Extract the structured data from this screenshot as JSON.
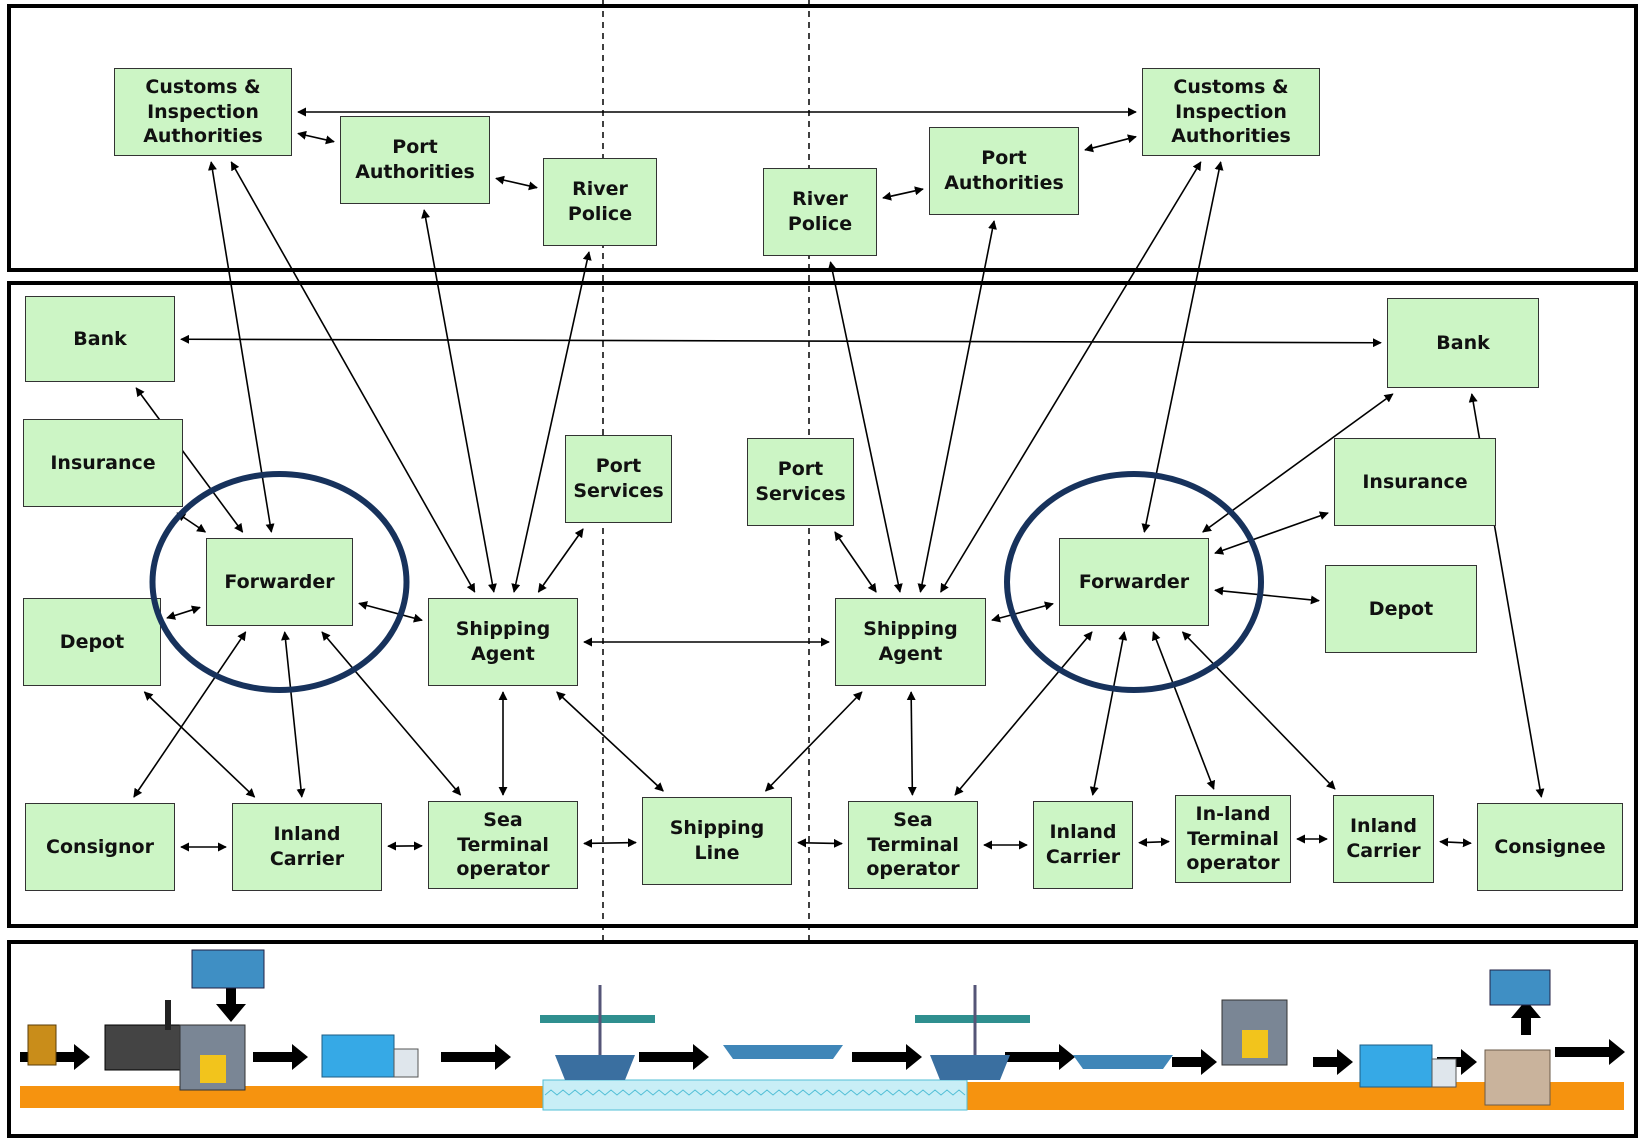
{
  "diagram": {
    "nodes": [
      {
        "id": "customs-left",
        "label": "Customs &\nInspection\nAuthorities"
      },
      {
        "id": "port-authorities-left",
        "label": "Port\nAuthorities"
      },
      {
        "id": "river-police-left",
        "label": "River\nPolice"
      },
      {
        "id": "river-police-right",
        "label": "River\nPolice"
      },
      {
        "id": "port-authorities-right",
        "label": "Port\nAuthorities"
      },
      {
        "id": "customs-right",
        "label": "Customs &\nInspection\nAuthorities"
      },
      {
        "id": "bank-left",
        "label": "Bank"
      },
      {
        "id": "bank-right",
        "label": "Bank"
      },
      {
        "id": "insurance-left",
        "label": "Insurance"
      },
      {
        "id": "insurance-right",
        "label": "Insurance"
      },
      {
        "id": "port-services-left",
        "label": "Port\nServices"
      },
      {
        "id": "port-services-right",
        "label": "Port\nServices"
      },
      {
        "id": "forwarder-left",
        "label": "Forwarder"
      },
      {
        "id": "forwarder-right",
        "label": "Forwarder"
      },
      {
        "id": "depot-left",
        "label": "Depot"
      },
      {
        "id": "depot-right",
        "label": "Depot"
      },
      {
        "id": "shipping-agent-left",
        "label": "Shipping\nAgent"
      },
      {
        "id": "shipping-agent-right",
        "label": "Shipping\nAgent"
      },
      {
        "id": "consignor",
        "label": "Consignor"
      },
      {
        "id": "inland-carrier-left",
        "label": "Inland\nCarrier"
      },
      {
        "id": "sea-terminal-left",
        "label": "Sea\nTerminal\noperator"
      },
      {
        "id": "shipping-line",
        "label": "Shipping\nLine"
      },
      {
        "id": "sea-terminal-right",
        "label": "Sea\nTerminal\noperator"
      },
      {
        "id": "inland-carrier-right",
        "label": "Inland\nCarrier"
      },
      {
        "id": "inland-terminal",
        "label": "In-land\nTerminal\noperator"
      },
      {
        "id": "inland-carrier-far-right",
        "label": "Inland\nCarrier"
      },
      {
        "id": "consignee",
        "label": "Consignee"
      }
    ],
    "edges": [
      [
        "customs-left",
        "customs-right"
      ],
      [
        "customs-left",
        "port-authorities-left"
      ],
      [
        "port-authorities-left",
        "river-police-left"
      ],
      [
        "river-police-right",
        "port-authorities-right"
      ],
      [
        "port-authorities-right",
        "customs-right"
      ],
      [
        "bank-left",
        "bank-right"
      ],
      [
        "customs-left",
        "forwarder-left"
      ],
      [
        "customs-left",
        "shipping-agent-left"
      ],
      [
        "port-authorities-left",
        "shipping-agent-left"
      ],
      [
        "river-police-left",
        "shipping-agent-left"
      ],
      [
        "port-services-left",
        "shipping-agent-left"
      ],
      [
        "bank-left",
        "forwarder-left"
      ],
      [
        "insurance-left",
        "forwarder-left"
      ],
      [
        "depot-left",
        "forwarder-left"
      ],
      [
        "forwarder-left",
        "shipping-agent-left"
      ],
      [
        "forwarder-left",
        "consignor"
      ],
      [
        "forwarder-left",
        "inland-carrier-left"
      ],
      [
        "forwarder-left",
        "sea-terminal-left"
      ],
      [
        "depot-left",
        "inland-carrier-left"
      ],
      [
        "shipping-agent-left",
        "sea-terminal-left"
      ],
      [
        "shipping-agent-left",
        "shipping-line"
      ],
      [
        "shipping-agent-left",
        "shipping-agent-right"
      ],
      [
        "consignor",
        "inland-carrier-left"
      ],
      [
        "inland-carrier-left",
        "sea-terminal-left"
      ],
      [
        "sea-terminal-left",
        "shipping-line"
      ],
      [
        "shipping-line",
        "sea-terminal-right"
      ],
      [
        "shipping-line",
        "shipping-agent-right"
      ],
      [
        "river-police-right",
        "shipping-agent-right"
      ],
      [
        "port-services-right",
        "shipping-agent-right"
      ],
      [
        "port-authorities-right",
        "shipping-agent-right"
      ],
      [
        "customs-right",
        "shipping-agent-right"
      ],
      [
        "shipping-agent-right",
        "forwarder-right"
      ],
      [
        "shipping-agent-right",
        "sea-terminal-right"
      ],
      [
        "customs-right",
        "forwarder-right"
      ],
      [
        "bank-right",
        "forwarder-right"
      ],
      [
        "insurance-right",
        "forwarder-right"
      ],
      [
        "forwarder-right",
        "depot-right"
      ],
      [
        "forwarder-right",
        "sea-terminal-right"
      ],
      [
        "forwarder-right",
        "inland-carrier-right"
      ],
      [
        "forwarder-right",
        "inland-terminal"
      ],
      [
        "forwarder-right",
        "inland-carrier-far-right"
      ],
      [
        "sea-terminal-right",
        "inland-carrier-right"
      ],
      [
        "inland-carrier-right",
        "inland-terminal"
      ],
      [
        "inland-terminal",
        "inland-carrier-far-right"
      ],
      [
        "inland-carrier-far-right",
        "consignee"
      ],
      [
        "bank-right",
        "consignee"
      ]
    ]
  },
  "highlighted_nodes": [
    "forwarder-left",
    "forwarder-right"
  ],
  "transport_chain": [
    {
      "icon": "cargo-box-icon"
    },
    {
      "icon": "factory-icon"
    },
    {
      "icon": "warehouse-forklift-icon"
    },
    {
      "icon": "truck-icon"
    },
    {
      "icon": "seaport-crane-icon"
    },
    {
      "icon": "ship-icon"
    },
    {
      "icon": "seaport-crane-icon"
    },
    {
      "icon": "barge-icon"
    },
    {
      "icon": "warehouse-forklift-icon"
    },
    {
      "icon": "truck-icon"
    },
    {
      "icon": "container-warehouse-icon"
    }
  ],
  "colors": {
    "box_fill": "#ccf5c5",
    "highlight_ring": "#17325c",
    "land": "#f6930f",
    "water": "#c8eef6"
  }
}
